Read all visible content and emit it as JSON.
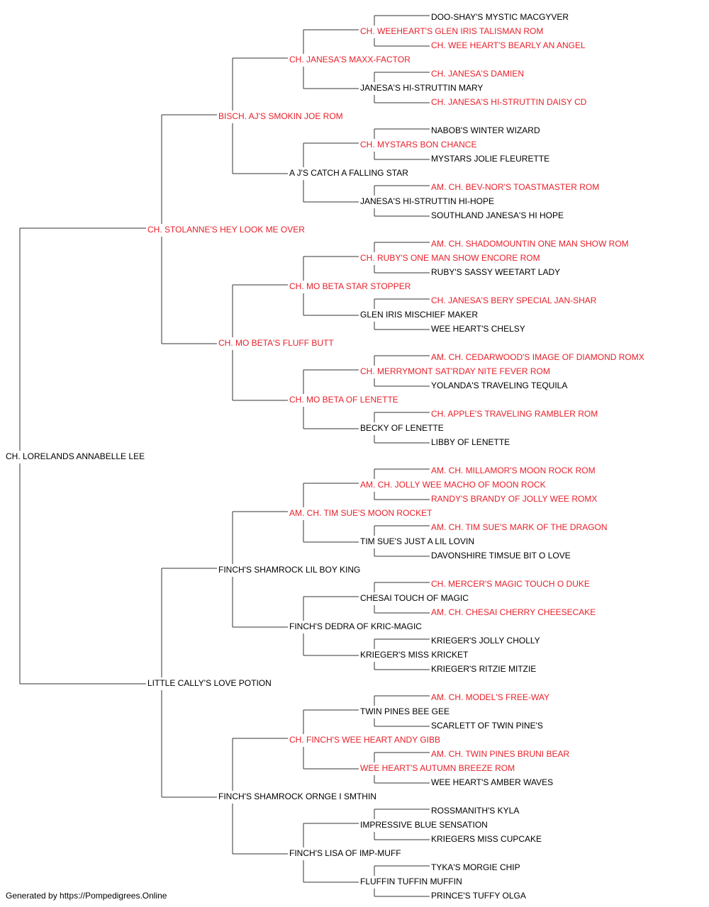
{
  "colors": {
    "champion": "#e8202a",
    "default": "#000000",
    "line": "#333333"
  },
  "footer": "Generated by https://Pompedigrees.Online",
  "pedigree": {
    "name": "CH. LORELANDS ANNABELLE LEE",
    "champion": false,
    "sire": {
      "name": "CH. STOLANNE'S HEY LOOK ME OVER",
      "champion": true,
      "sire": {
        "name": "BISCH. AJ'S SMOKIN JOE ROM",
        "champion": true,
        "sire": {
          "name": "CH. JANESA'S MAXX-FACTOR",
          "champion": true,
          "sire": {
            "name": "CH. WEEHEART'S GLEN IRIS TALISMAN ROM",
            "champion": true,
            "sire": {
              "name": "DOO-SHAY'S MYSTIC MACGYVER",
              "champion": false
            },
            "dam": {
              "name": "CH. WEE HEART'S BEARLY AN ANGEL",
              "champion": true
            }
          },
          "dam": {
            "name": "JANESA'S HI-STRUTTIN MARY",
            "champion": false,
            "sire": {
              "name": "CH. JANESA'S DAMIEN",
              "champion": true
            },
            "dam": {
              "name": "CH. JANESA'S HI-STRUTTIN DAISY CD",
              "champion": true
            }
          }
        },
        "dam": {
          "name": "A J'S CATCH A FALLING STAR",
          "champion": false,
          "sire": {
            "name": "CH. MYSTARS BON CHANCE",
            "champion": true,
            "sire": {
              "name": "NABOB'S WINTER WIZARD",
              "champion": false
            },
            "dam": {
              "name": "MYSTARS JOLIE FLEURETTE",
              "champion": false
            }
          },
          "dam": {
            "name": "JANESA'S HI-STRUTTIN HI-HOPE",
            "champion": false,
            "sire": {
              "name": "AM. CH. BEV-NOR'S TOASTMASTER ROM",
              "champion": true
            },
            "dam": {
              "name": "SOUTHLAND JANESA'S HI HOPE",
              "champion": false
            }
          }
        }
      },
      "dam": {
        "name": "CH. MO BETA'S FLUFF BUTT",
        "champion": true,
        "sire": {
          "name": "CH. MO BETA STAR STOPPER",
          "champion": true,
          "sire": {
            "name": "CH. RUBY'S ONE MAN SHOW ENCORE ROM",
            "champion": true,
            "sire": {
              "name": "AM. CH. SHADOMOUNTIN ONE MAN SHOW ROM",
              "champion": true
            },
            "dam": {
              "name": "RUBY'S SASSY WEETART LADY",
              "champion": false
            }
          },
          "dam": {
            "name": "GLEN IRIS MISCHIEF MAKER",
            "champion": false,
            "sire": {
              "name": "CH. JANESA'S BERY SPECIAL JAN-SHAR",
              "champion": true
            },
            "dam": {
              "name": "WEE HEART'S CHELSY",
              "champion": false
            }
          }
        },
        "dam": {
          "name": "CH. MO BETA OF LENETTE",
          "champion": true,
          "sire": {
            "name": "CH. MERRYMONT SAT'RDAY NITE FEVER ROM",
            "champion": true,
            "sire": {
              "name": "AM. CH. CEDARWOOD'S IMAGE OF DIAMOND ROMX",
              "champion": true
            },
            "dam": {
              "name": "YOLANDA'S TRAVELING TEQUILA",
              "champion": false
            }
          },
          "dam": {
            "name": "BECKY OF LENETTE",
            "champion": false,
            "sire": {
              "name": "CH. APPLE'S TRAVELING RAMBLER ROM",
              "champion": true
            },
            "dam": {
              "name": "LIBBY OF LENETTE",
              "champion": false
            }
          }
        }
      }
    },
    "dam": {
      "name": "LITTLE CALLY'S LOVE POTION",
      "champion": false,
      "sire": {
        "name": "FINCH'S SHAMROCK LIL BOY KING",
        "champion": false,
        "sire": {
          "name": "AM. CH. TIM SUE'S MOON ROCKET",
          "champion": true,
          "sire": {
            "name": "AM. CH. JOLLY WEE MACHO OF MOON ROCK",
            "champion": true,
            "sire": {
              "name": "AM. CH. MILLAMOR'S MOON ROCK ROM",
              "champion": true
            },
            "dam": {
              "name": "RANDY'S BRANDY OF JOLLY WEE ROMX",
              "champion": true
            }
          },
          "dam": {
            "name": "TIM SUE'S JUST A LIL LOVIN",
            "champion": false,
            "sire": {
              "name": "AM. CH. TIM SUE'S MARK OF THE DRAGON",
              "champion": true
            },
            "dam": {
              "name": "DAVONSHIRE TIMSUE BIT O LOVE",
              "champion": false
            }
          }
        },
        "dam": {
          "name": "FINCH'S DEDRA OF KRIC-MAGIC",
          "champion": false,
          "sire": {
            "name": "CHESAI TOUCH OF MAGIC",
            "champion": false,
            "sire": {
              "name": "CH. MERCER'S MAGIC TOUCH O DUKE",
              "champion": true
            },
            "dam": {
              "name": "AM. CH. CHESAI CHERRY CHEESECAKE",
              "champion": true
            }
          },
          "dam": {
            "name": "KRIEGER'S MISS KRICKET",
            "champion": false,
            "sire": {
              "name": "KRIEGER'S JOLLY CHOLLY",
              "champion": false
            },
            "dam": {
              "name": "KRIEGER'S RITZIE MITZIE",
              "champion": false
            }
          }
        }
      },
      "dam": {
        "name": "FINCH'S SHAMROCK ORNGE I SMTHIN",
        "champion": false,
        "sire": {
          "name": "CH. FINCH'S WEE HEART ANDY GIBB",
          "champion": true,
          "sire": {
            "name": "TWIN PINES BEE GEE",
            "champion": false,
            "sire": {
              "name": "AM. CH. MODEL'S FREE-WAY",
              "champion": true
            },
            "dam": {
              "name": "SCARLETT OF TWIN PINE'S",
              "champion": false
            }
          },
          "dam": {
            "name": "WEE HEART'S AUTUMN BREEZE ROM",
            "champion": true,
            "sire": {
              "name": "AM. CH. TWIN PINES BRUNI BEAR",
              "champion": true
            },
            "dam": {
              "name": "WEE HEART'S AMBER WAVES",
              "champion": false
            }
          }
        },
        "dam": {
          "name": "FINCH'S LISA OF IMP-MUFF",
          "champion": false,
          "sire": {
            "name": "IMPRESSIVE BLUE SENSATION",
            "champion": false,
            "sire": {
              "name": "ROSSMANITH'S KYLA",
              "champion": false
            },
            "dam": {
              "name": "KRIEGERS MISS CUPCAKE",
              "champion": false
            }
          },
          "dam": {
            "name": "FLUFFIN TUFFIN MUFFIN",
            "champion": false,
            "sire": {
              "name": "TYKA'S MORGIE CHIP",
              "champion": false
            },
            "dam": {
              "name": "PRINCE'S TUFFY OLGA",
              "champion": false
            }
          }
        }
      }
    }
  }
}
